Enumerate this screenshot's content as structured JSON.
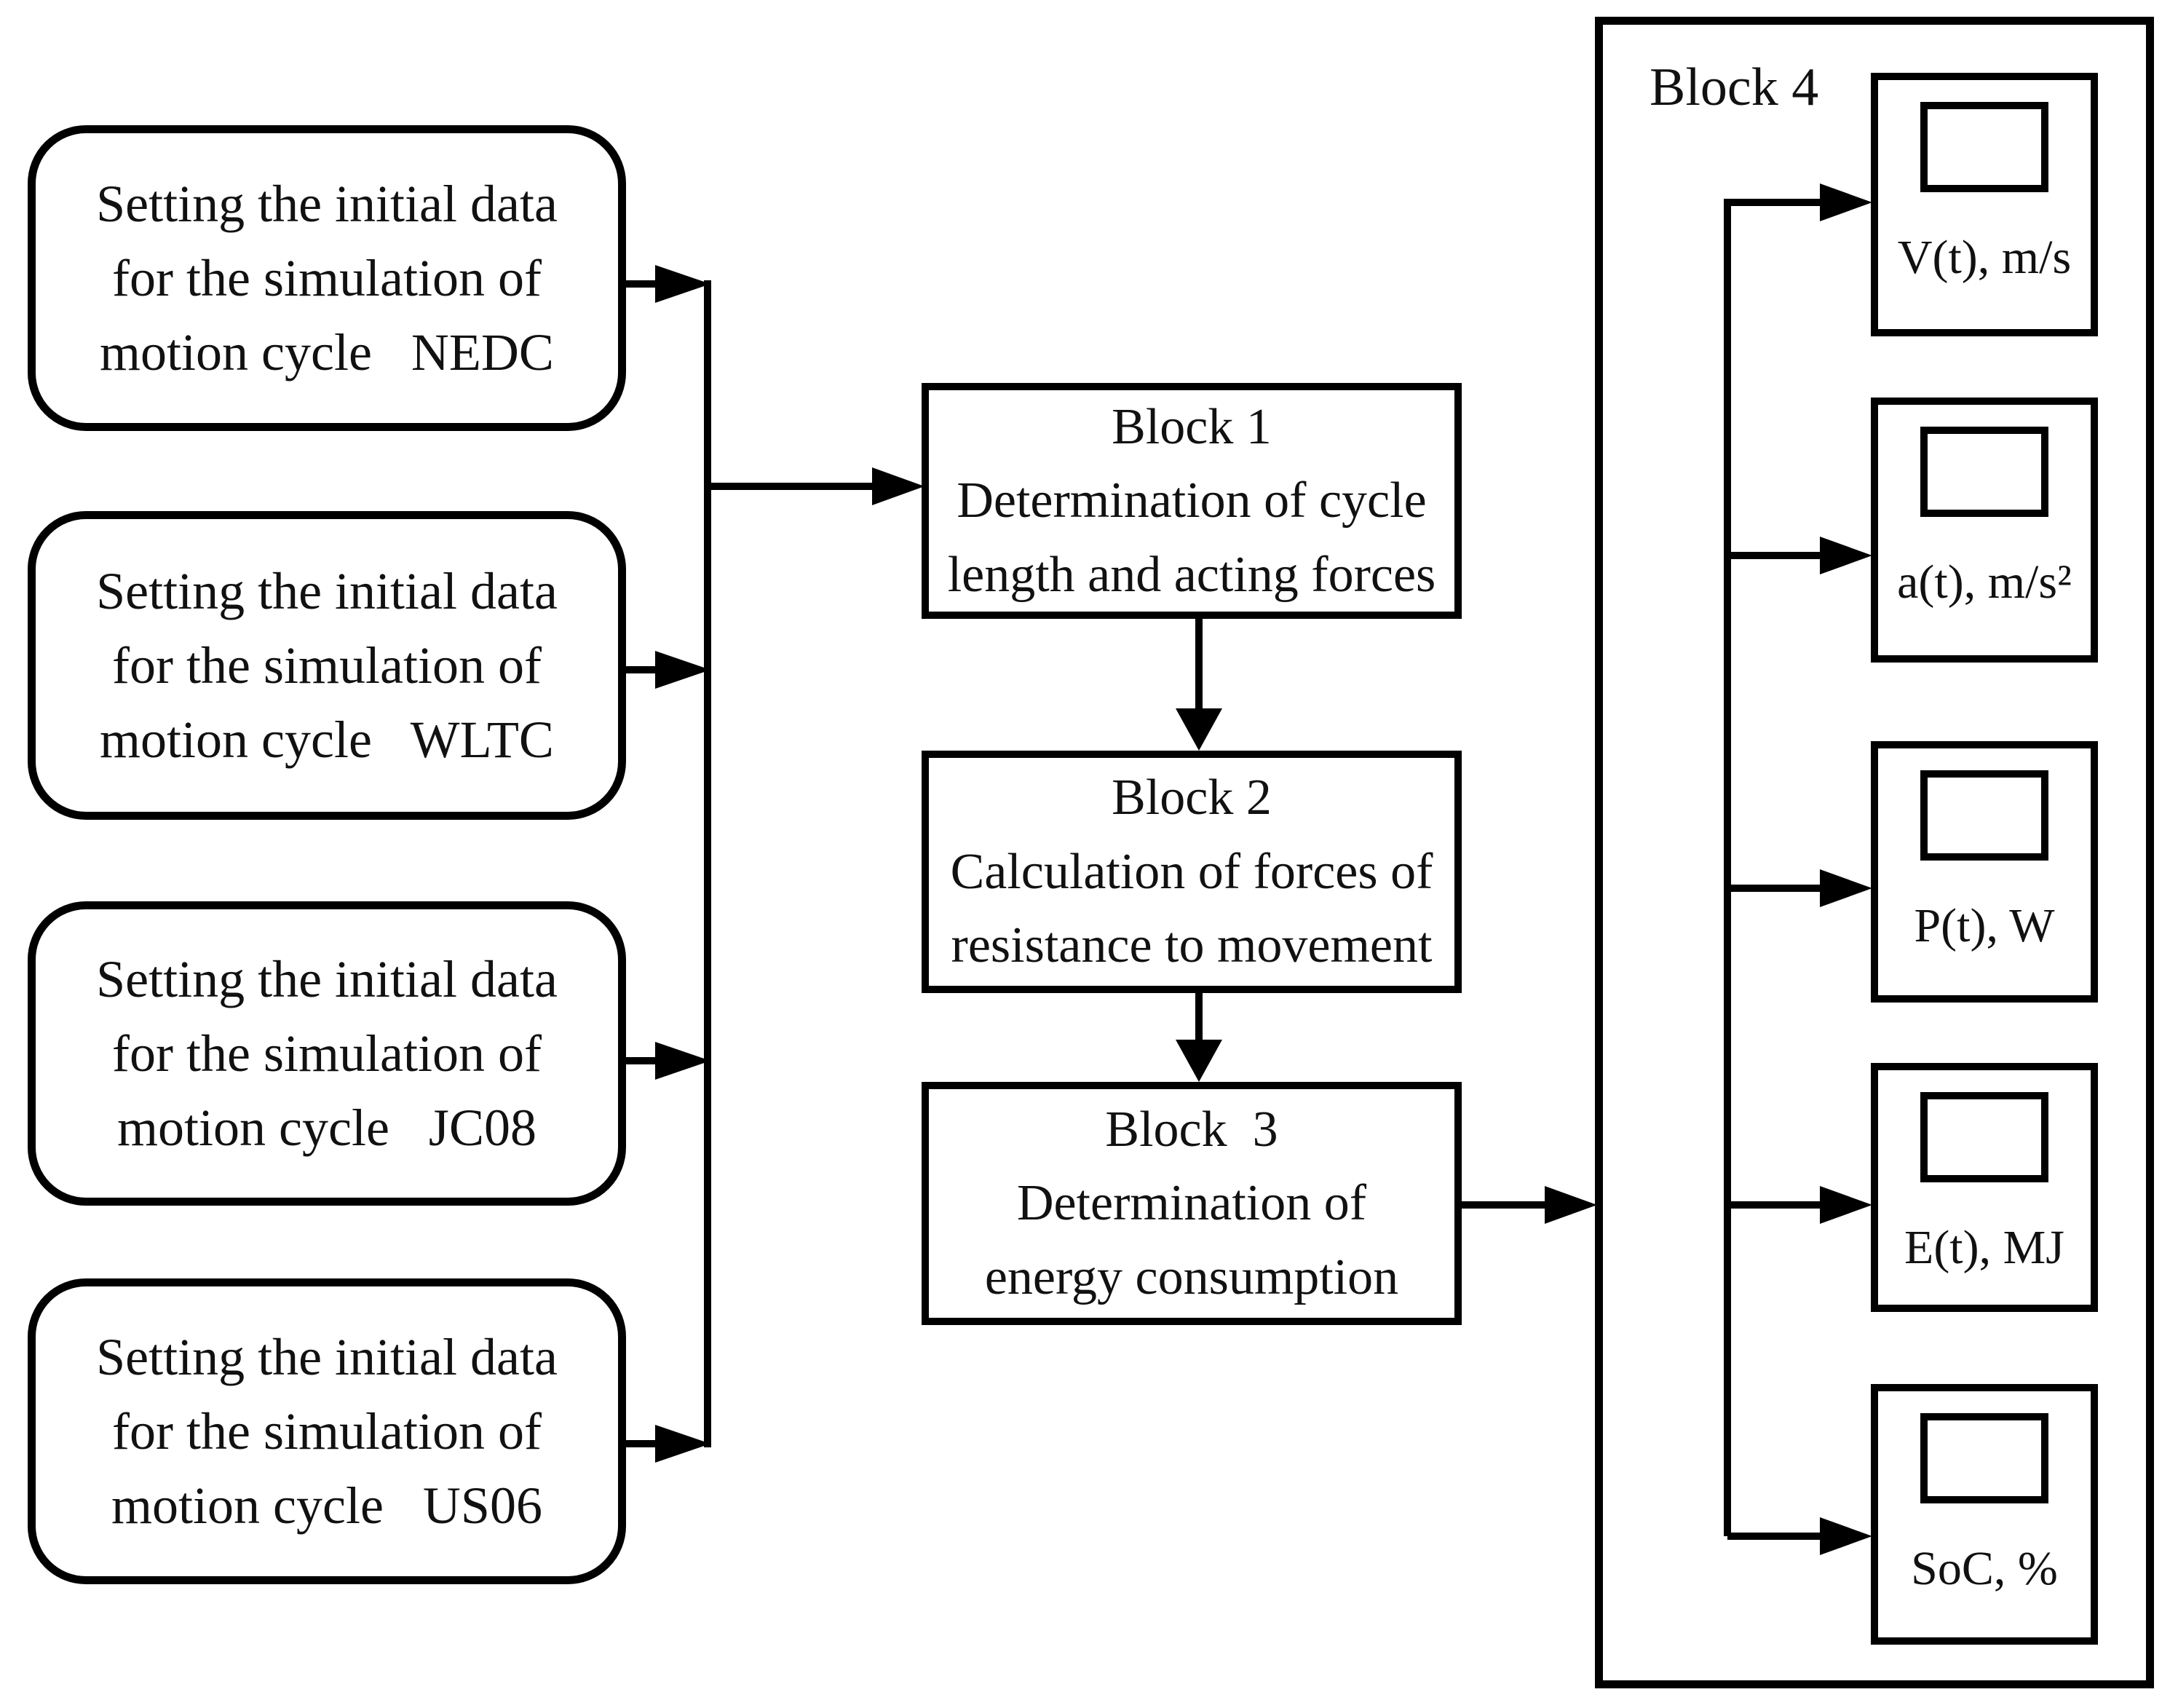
{
  "diagram": {
    "inputs": [
      {
        "id": "nedc",
        "label": "Setting the initial data\nfor the simulation of\nmotion cycle   NEDC"
      },
      {
        "id": "wltc",
        "label": "Setting the initial data\nfor the simulation of\nmotion cycle   WLTC"
      },
      {
        "id": "jc08",
        "label": "Setting the initial data\nfor the simulation of\nmotion cycle   JC08"
      },
      {
        "id": "us06",
        "label": "Setting the initial data\nfor the simulation of\nmotion cycle   US06"
      }
    ],
    "process_blocks": [
      {
        "id": "block-1",
        "label": "Block 1\nDetermination of cycle\nlength and acting forces"
      },
      {
        "id": "block-2",
        "label": "Block 2\nCalculation of forces of\nresistance to movement"
      },
      {
        "id": "block-3",
        "label": "Block  3\nDetermination of\nenergy consumption"
      }
    ],
    "output_block": {
      "title": "Block 4",
      "outputs": [
        {
          "id": "velocity",
          "label": "V(t), m/s"
        },
        {
          "id": "acceleration",
          "label": "a(t), m/s²"
        },
        {
          "id": "power",
          "label": "P(t), W"
        },
        {
          "id": "energy",
          "label": "E(t), MJ"
        },
        {
          "id": "soc",
          "label": "SoC, %"
        }
      ]
    },
    "colors": {
      "line": "#000000",
      "background": "#ffffff"
    }
  }
}
